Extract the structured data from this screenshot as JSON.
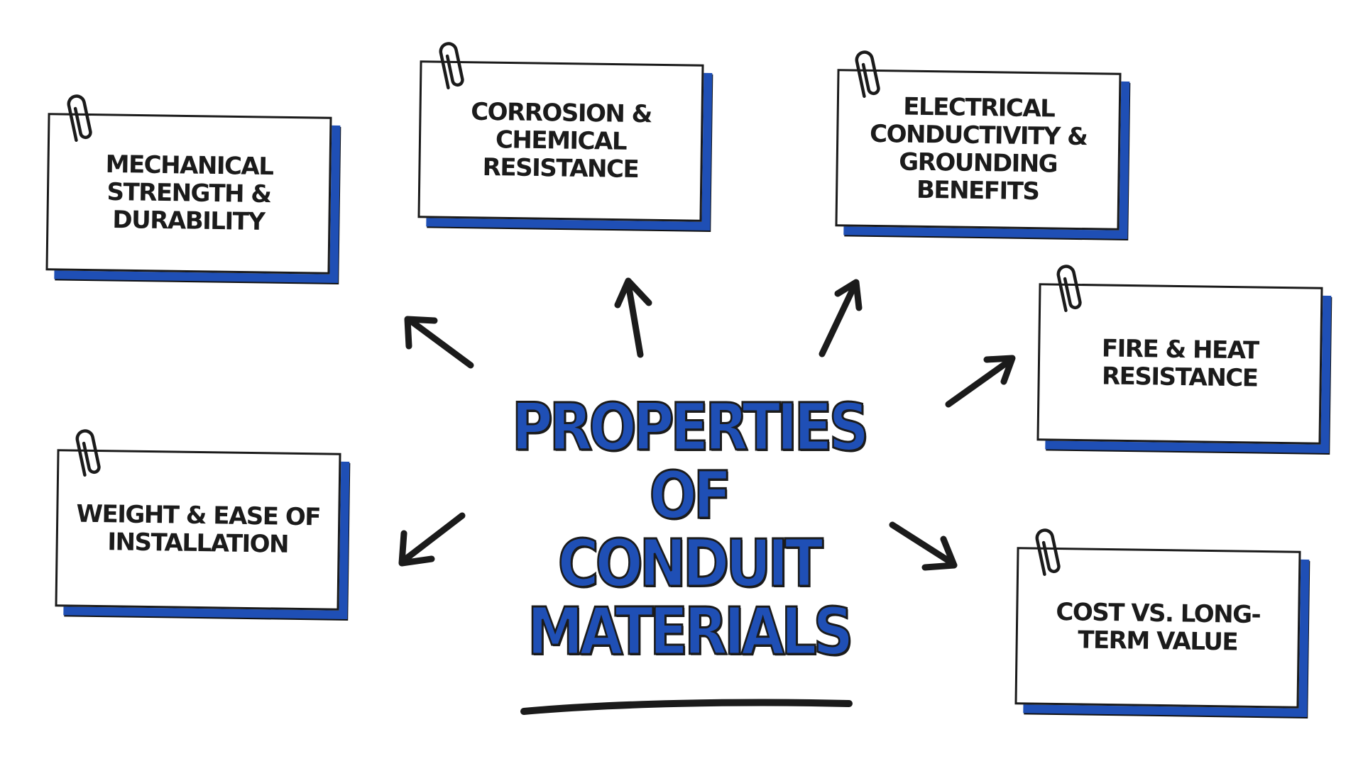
{
  "diagram": {
    "title_lines": [
      "PROPERTIES OF",
      "CONDUIT",
      "MATERIALS"
    ],
    "cards": [
      {
        "lines": [
          "MECHANICAL",
          "STRENGTH &",
          "DURABILITY"
        ]
      },
      {
        "lines": [
          "CORROSION &",
          "CHEMICAL RESISTANCE"
        ]
      },
      {
        "lines": [
          "ELECTRICAL",
          "CONDUCTIVITY &",
          "GROUNDING",
          "BENEFITS"
        ]
      },
      {
        "lines": [
          "FIRE & HEAT",
          "RESISTANCE"
        ]
      },
      {
        "lines": [
          "WEIGHT & EASE OF",
          "INSTALLATION"
        ]
      },
      {
        "lines": [
          "COST VS. LONG-",
          "TERM VALUE"
        ]
      }
    ]
  },
  "colors": {
    "accent_blue": "#1f4fb5",
    "ink": "#1b1b1b",
    "background": "#ffffff"
  },
  "icons": {
    "card_clip": "paperclip-icon",
    "connectors": "arrow-icon"
  }
}
